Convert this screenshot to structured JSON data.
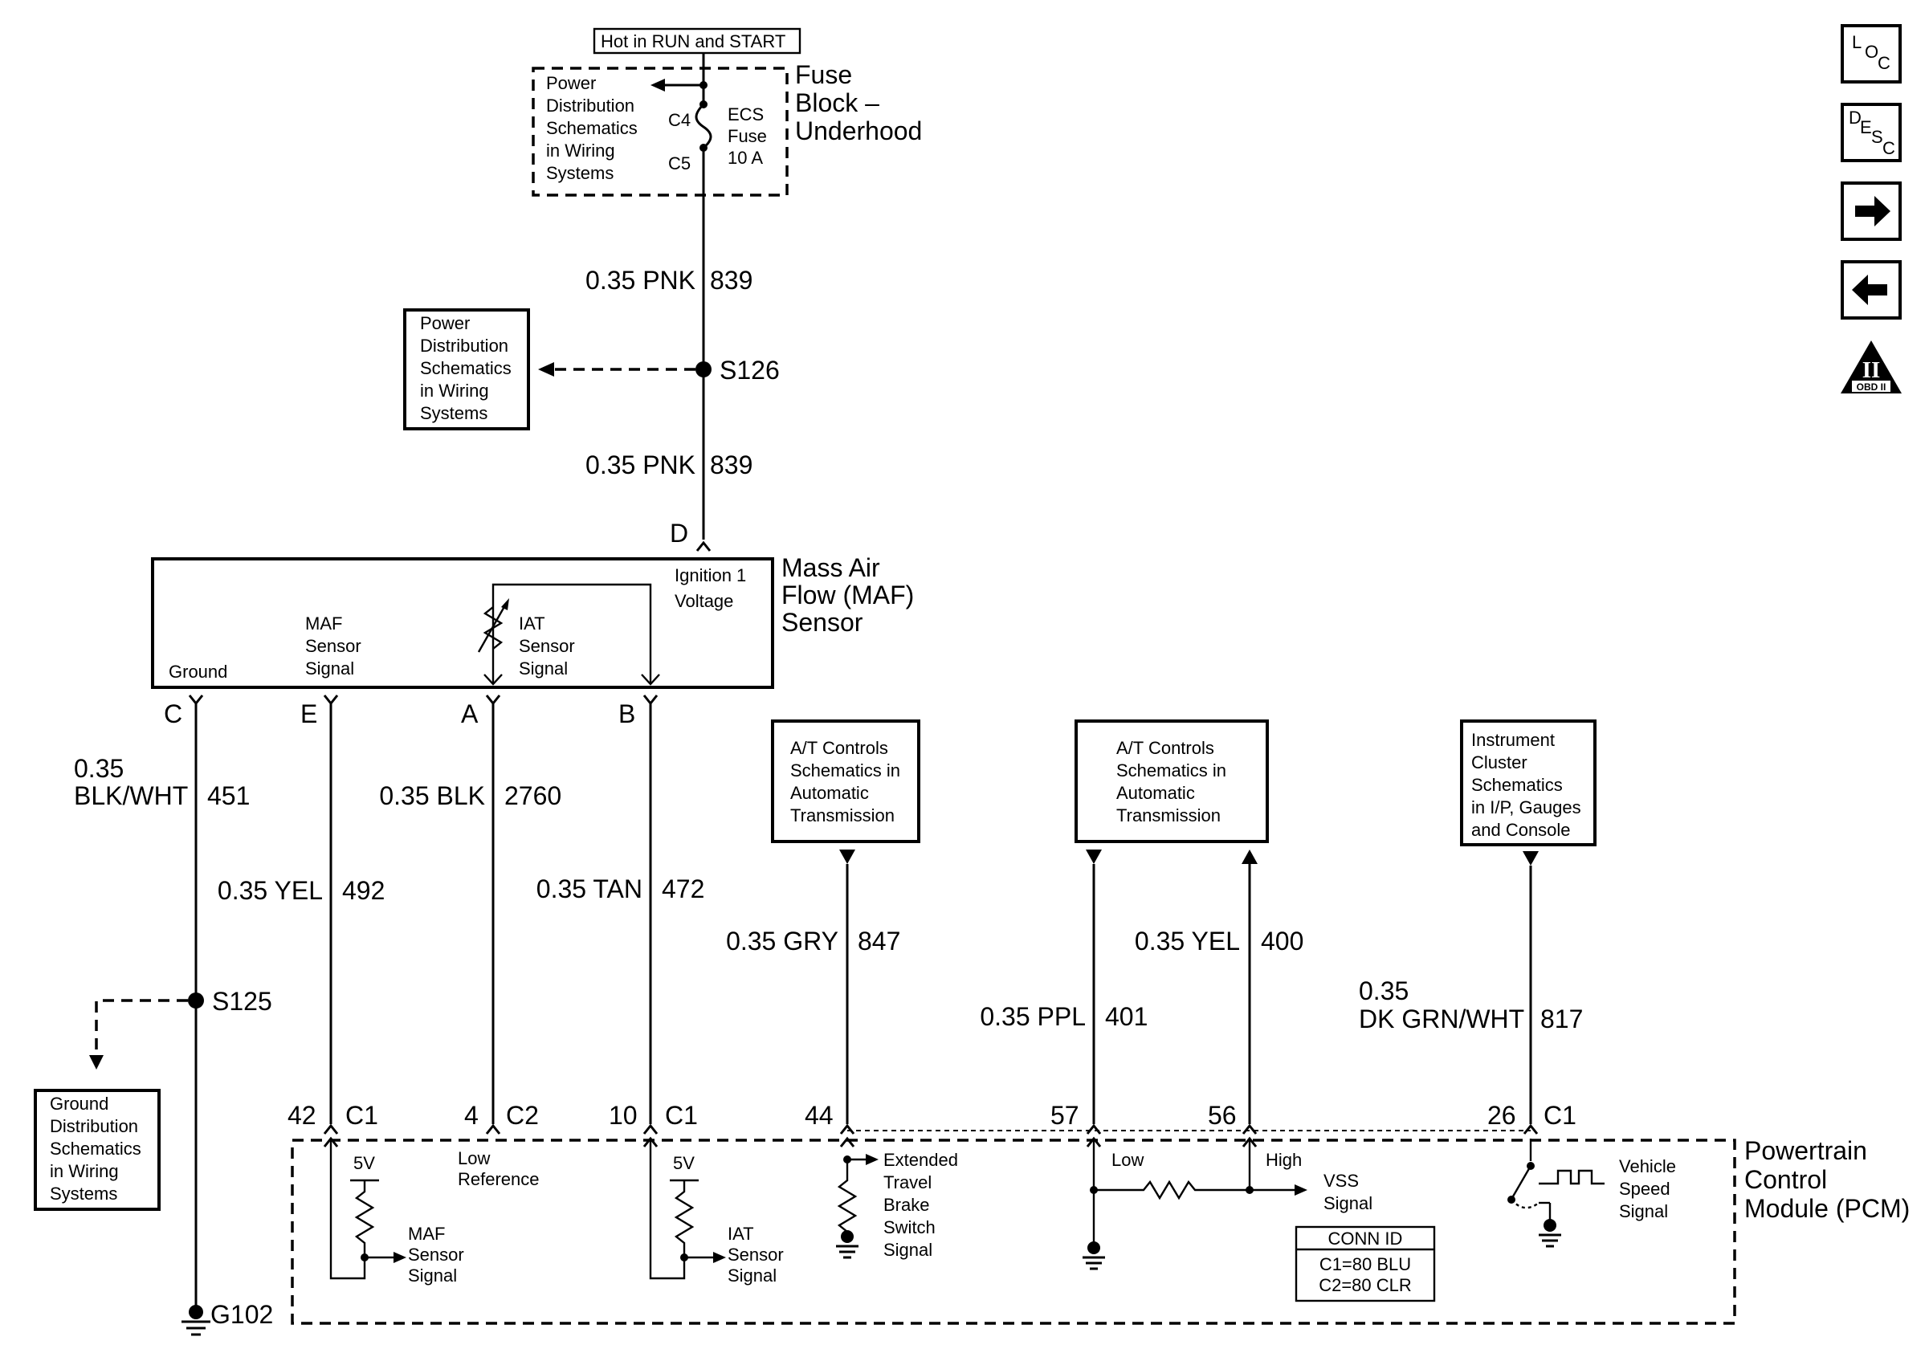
{
  "fuse_block": {
    "hot_label": "Hot in RUN and START",
    "title": [
      "Fuse",
      "Block –",
      "Underhood"
    ],
    "ref_text": [
      "Power",
      "Distribution",
      "Schematics",
      "in Wiring",
      "Systems"
    ],
    "fuse_name": [
      "ECS",
      "Fuse",
      "10 A"
    ],
    "pin_top": "C4",
    "pin_bottom": "C5"
  },
  "splice_s126": {
    "name": "S126",
    "ref_text": [
      "Power",
      "Distribution",
      "Schematics",
      "in Wiring",
      "Systems"
    ]
  },
  "wire_839_upper": {
    "size_color": "0.35 PNK",
    "circuit": "839"
  },
  "wire_839_lower": {
    "size_color": "0.35 PNK",
    "circuit": "839"
  },
  "maf_sensor": {
    "title": [
      "Mass Air",
      "Flow (MAF)",
      "Sensor"
    ],
    "pin_d": "D",
    "ignition": [
      "Ignition 1",
      "Voltage"
    ],
    "ground_label": "Ground",
    "maf_signal": [
      "MAF",
      "Sensor",
      "Signal"
    ],
    "iat_signal": [
      "IAT",
      "Sensor",
      "Signal"
    ],
    "pins": [
      "C",
      "E",
      "A",
      "B"
    ]
  },
  "wires": {
    "w451": {
      "size": "0.35",
      "color": "BLK/WHT",
      "circuit": "451"
    },
    "w492": {
      "size_color": "0.35 YEL",
      "circuit": "492"
    },
    "w2760": {
      "size_color": "0.35 BLK",
      "circuit": "2760"
    },
    "w472": {
      "size_color": "0.35 TAN",
      "circuit": "472"
    },
    "w847": {
      "size_color": "0.35 GRY",
      "circuit": "847"
    },
    "w401": {
      "size_color": "0.35 PPL",
      "circuit": "401"
    },
    "w400": {
      "size_color": "0.35 YEL",
      "circuit": "400"
    },
    "w817": {
      "size": "0.35",
      "color": "DK GRN/WHT",
      "circuit": "817"
    }
  },
  "splice_s125": {
    "name": "S125"
  },
  "ground_ref": [
    "Ground",
    "Distribution",
    "Schematics",
    "in Wiring",
    "Systems"
  ],
  "ground_g102": "G102",
  "at_controls_1": [
    "A/T Controls",
    "Schematics in",
    "Automatic",
    "Transmission"
  ],
  "at_controls_2": [
    "A/T Controls",
    "Schematics in",
    "Automatic",
    "Transmission"
  ],
  "instrument_cluster": [
    "Instrument",
    "Cluster",
    "Schematics",
    "in I/P, Gauges",
    "and Console"
  ],
  "pcm": {
    "title": [
      "Powertrain",
      "Control",
      "Module (PCM)"
    ],
    "pins": {
      "p42": "42",
      "c1a": "C1",
      "p4": "4",
      "c2": "C2",
      "p10": "10",
      "c1b": "C1",
      "p44": "44",
      "p57": "57",
      "p56": "56",
      "p26": "26",
      "c1c": "C1"
    },
    "maf_5v": "5V",
    "maf_signal": [
      "MAF",
      "Sensor",
      "Signal"
    ],
    "low_ref": [
      "Low",
      "Reference"
    ],
    "iat_5v": "5V",
    "iat_signal": [
      "IAT",
      "Sensor",
      "Signal"
    ],
    "brake_switch": [
      "Extended",
      "Travel",
      "Brake",
      "Switch",
      "Signal"
    ],
    "vss_low": "Low",
    "vss_high": "High",
    "vss_signal": [
      "VSS",
      "Signal"
    ],
    "vehicle_speed": [
      "Vehicle",
      "Speed",
      "Signal"
    ],
    "conn_id_title": "CONN ID",
    "conn_id_rows": [
      "C1=80 BLU",
      "C2=80 CLR"
    ]
  },
  "nav_buttons": {
    "loc": {
      "l1": "L",
      "l2": "O",
      "l3": "C"
    },
    "desc": {
      "l1": "D",
      "l2": "E",
      "l3": "S",
      "l4": "C"
    },
    "obd": {
      "numeral": "II",
      "label": "OBD II"
    }
  }
}
